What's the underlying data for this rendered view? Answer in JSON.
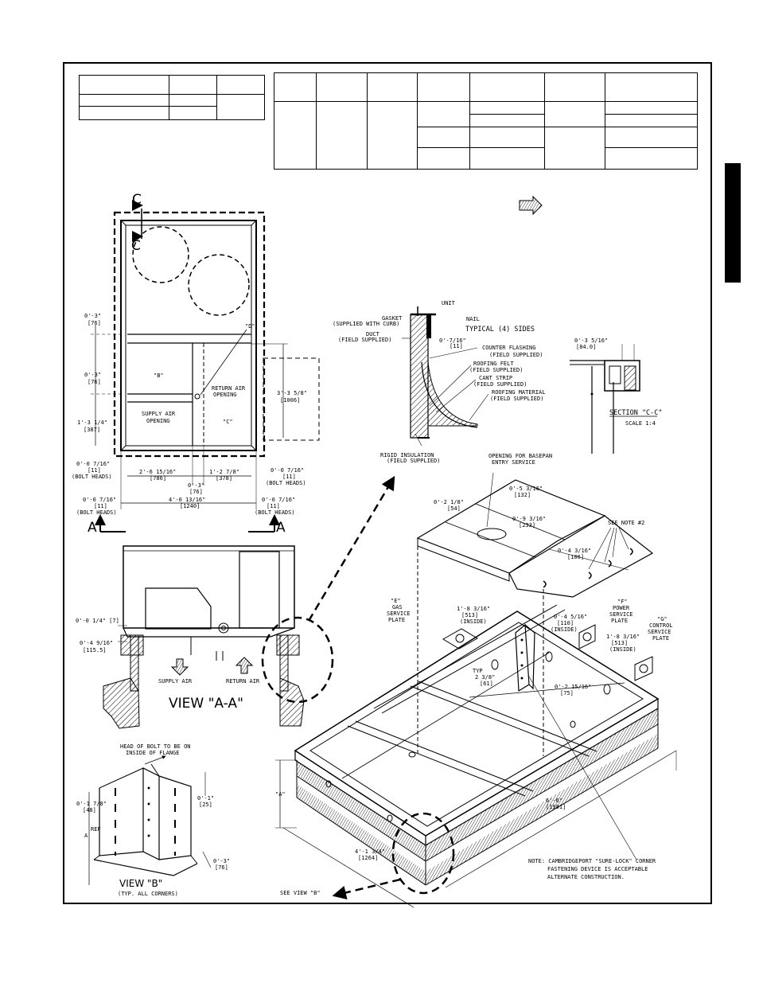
{
  "top_view": {
    "section_mark": "C",
    "points": [
      "\"B\"",
      "\"C\"",
      "\"D\""
    ],
    "labels": {
      "return_air": [
        "RETURN AIR",
        "OPENING"
      ],
      "supply_air": [
        "SUPPLY AIR",
        "OPENING"
      ]
    },
    "dims": {
      "top3a": [
        "0'-3\"",
        "[76]"
      ],
      "top3b": [
        "0'-3\"",
        "[76]"
      ],
      "left_1_3_1_4": [
        "1'-3 1/4\"",
        "[387]"
      ],
      "left_bolt": [
        "0'-0 7/16\"",
        "[11]",
        "(BOLT HEADS)"
      ],
      "right_3_3_5_8": [
        "3'-3 5/8\"",
        "[1006]"
      ],
      "right_bolt": [
        "0'-0 7/16\"",
        "[11]",
        "(BOLT HEADS)"
      ],
      "bottom_2_6": [
        "2'-6 15/16\"",
        "[786]"
      ],
      "bottom_1_2": [
        "1'-2 7/8\"",
        "[378]"
      ],
      "bottom_0_3": [
        "0'-3\"",
        "[76]"
      ],
      "bottom_left_bolt": [
        "0'-0 7/16\"",
        "[11]",
        "(BOLT HEADS)"
      ],
      "bottom_4_0": [
        "4'-0 13/16\"",
        "[1240]"
      ],
      "bottom_right_bolt": [
        "0'-0 7/16\"",
        "[11]",
        "(BOLT HEADS)"
      ]
    },
    "section_a": "A"
  },
  "view_aa": {
    "title": "VIEW \"A-A\"",
    "dim1": "0'-0 1/4\" [7]",
    "dim2": [
      "0'-4 9/16\"",
      "[115.5]"
    ],
    "supply": "SUPPLY AIR",
    "return": "RETURN AIR"
  },
  "curb_detail": {
    "labels": {
      "unit": "UNIT",
      "gasket": [
        "GASKET",
        "(SUPPLIED WITH CURB)"
      ],
      "nail": "NAIL",
      "typical": "TYPICAL (4) SIDES",
      "duct": [
        "DUCT",
        "(FIELD SUPPLIED)"
      ],
      "dim": [
        "0'-7/16\"",
        "[11]"
      ],
      "counter_flashing": [
        "COUNTER FLASHING",
        "(FIELD SUPPLIED)"
      ],
      "roofing_felt": [
        "ROOFING FELT",
        "(FIELD SUPPLIED)"
      ],
      "cant_strip": [
        "CANT STRIP",
        "(FIELD SUPPLIED)"
      ],
      "roofing_material": [
        "ROOFING MATERIAL",
        "(FIELD SUPPLIED)"
      ],
      "rigid_insulation": [
        "RIGID INSULATION",
        "(FIELD SUPPLIED)"
      ]
    }
  },
  "section_cc": {
    "dim": [
      "0'-3 5/16\"",
      "[84.0]"
    ],
    "title": "SECTION \"C-C\"",
    "scale": "SCALE 1:4"
  },
  "view_b": {
    "title": "VIEW \"B\"",
    "subtitle": "(TYP. ALL CORNERS)",
    "note": [
      "HEAD OF BOLT TO BE ON",
      "INSIDE OF FLANGE"
    ],
    "dim_a": [
      "0'-1 7/8\"",
      "[48]"
    ],
    "dim_b": [
      "0'-1\"",
      "[25]"
    ],
    "dim_c": [
      "0'-3\"",
      "[76]"
    ],
    "ref": "REF",
    "a_mark": "A"
  },
  "iso": {
    "opening": [
      "OPENING FOR BASEPAN",
      "ENTRY SERVICE"
    ],
    "dim_0_5": [
      "0'-5 3/16\"",
      "[132]"
    ],
    "dim_0_2": [
      "0'-2 1/8\"",
      "[54]"
    ],
    "dim_0_9": [
      "0'-9 3/16\"",
      "[233]"
    ],
    "dim_0_4": [
      "0'-4 3/16\"",
      "[106]"
    ],
    "see_note": "SEE NOTE #2",
    "e_plate": [
      "\"E\"",
      "GAS",
      "SERVICE",
      "PLATE"
    ],
    "dim_1_8a": [
      "1'-8 3/16\"",
      "[513]",
      "(INSIDE)"
    ],
    "dim_0_4_5": [
      "0'-4 5/16\"",
      "[110]",
      "(INSIDE)"
    ],
    "f_plate": [
      "\"F\"",
      "POWER",
      "SERVICE",
      "PLATE"
    ],
    "g_plate": [
      "\"G\"",
      "CONTROL",
      "SERVICE",
      "PLATE"
    ],
    "dim_1_8b": [
      "1'-8 3/16\"",
      "[513]",
      "(INSIDE)"
    ],
    "typ": [
      "TYP",
      "2 3/8\"",
      "[61]"
    ],
    "dim_0_2_15": [
      "0'-2 15/16\"",
      "[75]"
    ],
    "a_dim": "\"A\"",
    "dim_4_1": [
      "4'-1 3/4\"",
      "[1264]"
    ],
    "dim_6_6": [
      "6'-6\"",
      "[1981]"
    ],
    "see_view_b": "SEE VIEW \"B\"",
    "note": [
      "NOTE: CAMBRIDGEPORT \"SURE-LOCK\" CORNER",
      "FASTENING DEVICE IS ACCEPTABLE",
      "ALTERNATE CONSTRUCTION."
    ]
  }
}
